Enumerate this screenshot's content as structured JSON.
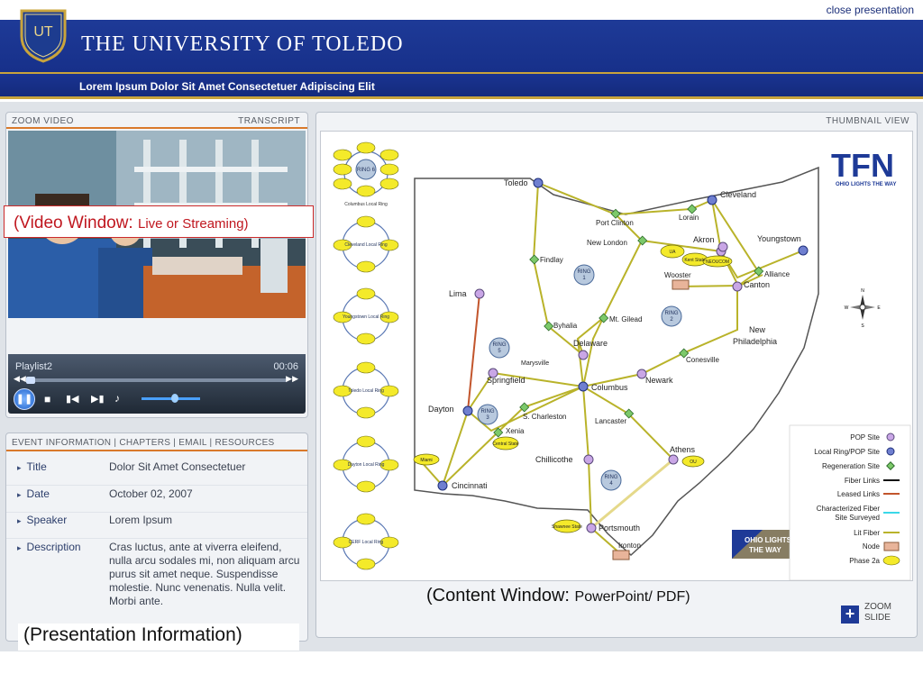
{
  "header": {
    "close_link": "close presentation",
    "shield_text": "UT",
    "university": "THE UNIVERSITY OF TOLEDO",
    "subtitle": "Lorem Ipsum Dolor Sit Amet Consectetuer Adipiscing Elit",
    "brand_blue": "#1e3a97",
    "accent_gold": "#c9a43c"
  },
  "video_panel": {
    "zoom_label": "ZOOM VIDEO",
    "transcript_label": "TRANSCRIPT",
    "caption_main": "(Video Window: ",
    "caption_small": "Live or Streaming)",
    "player": {
      "track": "Playlist2",
      "time": "00:06"
    }
  },
  "info_panel": {
    "tabs": [
      "EVENT INFORMATION",
      "CHAPTERS",
      "EMAIL",
      "RESOURCES"
    ],
    "rows": [
      {
        "key": "Title",
        "value": "Dolor Sit Amet Consectetuer"
      },
      {
        "key": "Date",
        "value": "October 02, 2007"
      },
      {
        "key": "Speaker",
        "value": "Lorem Ipsum"
      },
      {
        "key": "Description",
        "value": "Cras luctus, ante at viverra eleifend, nulla arcu sodales mi, non aliquam arcu purus sit amet neque. Suspendisse molestie. Nunc venenatis. Nulla velit. Morbi ante."
      }
    ],
    "caption": "(Presentation Information)"
  },
  "content_panel": {
    "thumbnail_label": "THUMBNAIL VIEW",
    "caption_main": "(Content Window: ",
    "caption_small": "PowerPoint/ PDF)",
    "zoom_line1": "ZOOM",
    "zoom_line2": "SLIDE"
  },
  "slide": {
    "logo": "TFN",
    "logo_tag": "OHIO LIGHTS THE WAY",
    "mini_logo1": "OHIO LIGHTS",
    "mini_logo2": "THE WAY",
    "ring_diagrams": {
      "columbus": {
        "title": "Columbus Local Ring",
        "center": "RING 6"
      },
      "cleveland": {
        "center": "Cleveland Local Ring"
      },
      "youngstown": {
        "center": "Youngstown Local Ring"
      },
      "toledo": {
        "center": "Toledo Local Ring"
      },
      "dayton": {
        "center": "Dayton Local Ring"
      },
      "cerf": {
        "center": "CERF Local Ring"
      }
    },
    "cities": {
      "toledo": "Toledo",
      "cleveland": "Cleveland",
      "port_clinton": "Port Clinton",
      "lorain": "Lorain",
      "new_london": "New London",
      "akron": "Akron",
      "youngstown": "Youngstown",
      "findlay": "Findlay",
      "wooster": "Wooster",
      "alliance": "Alliance",
      "canton": "Canton",
      "lima": "Lima",
      "mt_gilead": "Mt. Gilead",
      "byhalia": "Byhalia",
      "new_philadelphia_1": "New",
      "new_philadelphia_2": "Philadelphia",
      "delaware": "Delaware",
      "marysville": "Marysville",
      "conesville": "Conesville",
      "springfield": "Springfield",
      "newark": "Newark",
      "columbus": "Columbus",
      "dayton": "Dayton",
      "s_charleston": "S. Charleston",
      "lancaster": "Lancaster",
      "xenia": "Xenia",
      "athens": "Athens",
      "chillicothe": "Chillicothe",
      "cincinnati": "Cincinnati",
      "portsmouth": "Portsmouth",
      "ironton": "Ironton"
    },
    "rings": {
      "r6": [
        "RING",
        "6"
      ],
      "r1": [
        "RING",
        "1"
      ],
      "r2": [
        "RING",
        "2"
      ],
      "r5": [
        "RING",
        "5"
      ],
      "r3": [
        "RING",
        "3"
      ],
      "r4": [
        "RING",
        "4"
      ]
    },
    "phase_tags": {
      "ua": "UA",
      "kent": "Kent State",
      "neoucom": "NEOUCOM",
      "central_state": "Central State",
      "miami": "Miami",
      "ou": "OU",
      "shawnee": "Shawnee State"
    },
    "legend": {
      "pop_site": "POP Site",
      "local_ring": "Local Ring/POP Site",
      "regen": "Regeneration Site",
      "fiber": "Fiber Links",
      "leased": "Leased Links",
      "characterized_1": "Characterized Fiber",
      "characterized_2": "Site Surveyed",
      "lit": "Lit Fiber",
      "node": "Node",
      "phase": "Phase 2a"
    },
    "compass": {
      "n": "N",
      "s": "S",
      "e": "E",
      "w": "W"
    },
    "colors": {
      "pop": "#c9a6e6",
      "local_ring": "#6f7fd0",
      "regen": "#7cc96a",
      "leased": "#c2552c",
      "lit": "#b9b32a",
      "phase": "#f4ea2a",
      "characterized": "#3ad8e8",
      "node": "#e8b49a"
    }
  }
}
